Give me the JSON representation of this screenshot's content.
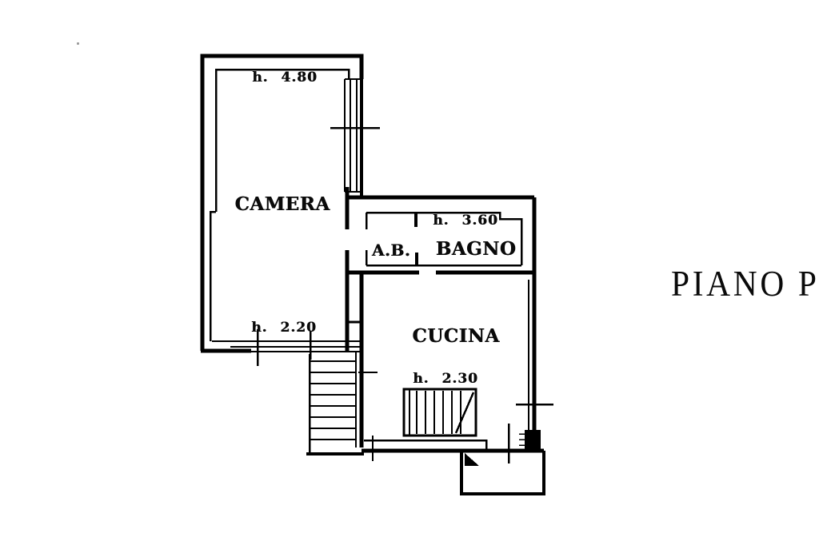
{
  "floor_title": "PIANO P",
  "rooms": {
    "camera": {
      "label": "CAMERA",
      "height_top": "h. 4.80",
      "height_bottom": "h. 2.20"
    },
    "antibagno": {
      "label": "A.B."
    },
    "bagno": {
      "label": "BAGNO",
      "height": "h. 3.60"
    },
    "cucina": {
      "label": "CUCINA",
      "height": "h. 2.30"
    }
  },
  "colors": {
    "ink": "#000000",
    "paper": "#ffffff"
  }
}
